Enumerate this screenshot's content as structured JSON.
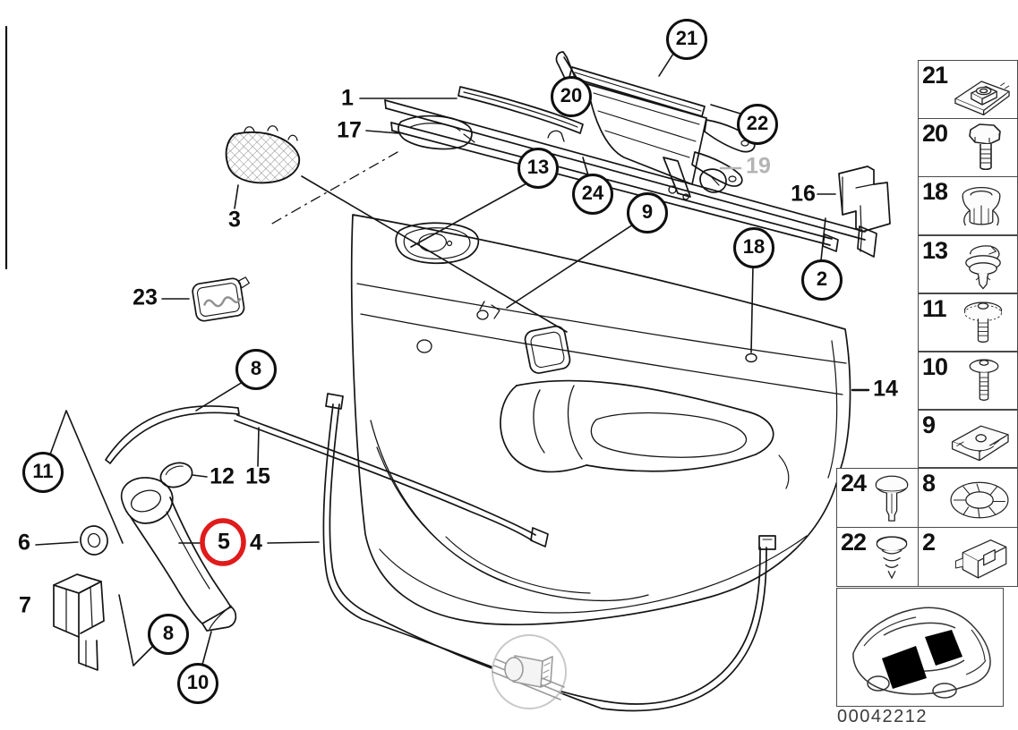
{
  "colors": {
    "ink": "#141414",
    "dim_label": "#b4b4b4",
    "highlight": "#e01b1b",
    "sidebar_border": "#4a4a4a"
  },
  "selection": {
    "highlighted_label": "5"
  },
  "callouts": {
    "n1": {
      "label": "1"
    },
    "n17": {
      "label": "17"
    },
    "n3": {
      "label": "3"
    },
    "n23": {
      "label": "23"
    },
    "c21": {
      "label": "21"
    },
    "c20": {
      "label": "20"
    },
    "c22": {
      "label": "22"
    },
    "n19": {
      "label": "19"
    },
    "c13": {
      "label": "13"
    },
    "c24": {
      "label": "24"
    },
    "c9": {
      "label": "9"
    },
    "c18": {
      "label": "18"
    },
    "c2": {
      "label": "2"
    },
    "n16": {
      "label": "16"
    },
    "n14": {
      "label": "14"
    },
    "c8a": {
      "label": "8"
    },
    "c11": {
      "label": "11"
    },
    "n12": {
      "label": "12"
    },
    "n15": {
      "label": "15"
    },
    "n6": {
      "label": "6"
    },
    "n5": {
      "label": "5"
    },
    "n4": {
      "label": "4"
    },
    "n7": {
      "label": "7"
    },
    "c8b": {
      "label": "8"
    },
    "c10": {
      "label": "10"
    }
  },
  "sidebar": {
    "items": [
      {
        "label": "21",
        "icon": "cage-nut-icon"
      },
      {
        "label": "20",
        "icon": "hex-bolt-icon"
      },
      {
        "label": "18",
        "icon": "grommet-icon"
      },
      {
        "label": "13",
        "icon": "panel-clip-icon"
      },
      {
        "label": "11",
        "icon": "washer-screw-icon"
      },
      {
        "label": "10",
        "icon": "screw-icon"
      },
      {
        "label": "9",
        "icon": "sheet-clip-icon"
      }
    ],
    "grid": [
      {
        "label": "24",
        "icon": "rivet-pin-icon"
      },
      {
        "label": "8",
        "icon": "rosette-washer-icon"
      },
      {
        "label": "22",
        "icon": "sealing-plug-icon"
      },
      {
        "label": "2",
        "icon": "clamp-bracket-icon"
      }
    ],
    "part_code": "00042212"
  }
}
